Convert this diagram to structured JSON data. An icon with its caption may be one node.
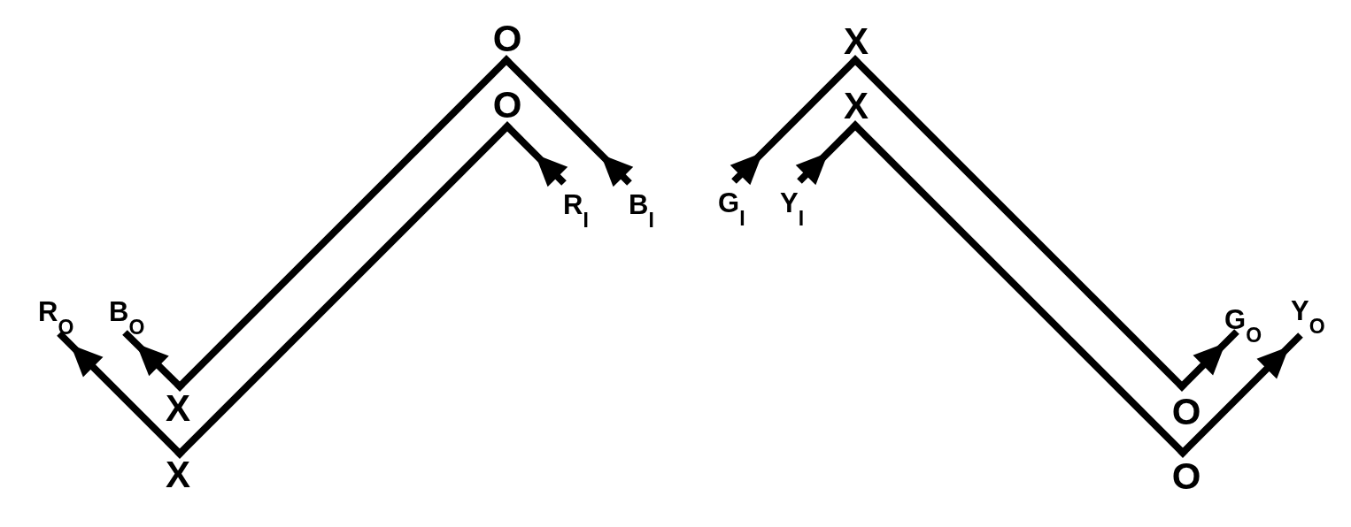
{
  "diagram": {
    "nodes": [
      {
        "text": [
          "O"
        ]
      },
      {
        "text": [
          "X"
        ]
      },
      {
        "text": [
          "O"
        ]
      },
      {
        "text": [
          "X"
        ]
      },
      {
        "text": [
          "R$_{I}$"
        ]
      },
      {
        "text": [
          "B$_{I}$"
        ]
      },
      {
        "text": [
          "G$_{I}$"
        ]
      },
      {
        "text": [
          "Y$_{I}$"
        ]
      },
      {
        "text": [
          "R$_{O}$"
        ]
      },
      {
        "text": [
          "B$_{O}$"
        ]
      },
      {
        "text": [
          "G$_{O}$"
        ]
      },
      {
        "text": [
          "Y$_{O}$"
        ]
      },
      {
        "text": [
          "X"
        ]
      },
      {
        "text": [
          "O"
        ]
      },
      {
        "text": [
          "X"
        ]
      },
      {
        "text": [
          "O"
        ]
      }
    ],
    "edges": [
      {
        "from": 4,
        "to": 2,
        "arrow": "to"
      },
      {
        "from": 2,
        "to": 14,
        "arrow": "none"
      },
      {
        "from": 14,
        "to": 8,
        "arrow": "to"
      },
      {
        "from": 5,
        "to": 0,
        "arrow": "to"
      },
      {
        "from": 0,
        "to": 12,
        "arrow": "none"
      },
      {
        "from": 12,
        "to": 9,
        "arrow": "to"
      },
      {
        "from": 6,
        "to": 1,
        "arrow": "to"
      },
      {
        "from": 1,
        "to": 13,
        "arrow": "none"
      },
      {
        "from": 13,
        "to": 10,
        "arrow": "to"
      },
      {
        "from": 7,
        "to": 3,
        "arrow": "to"
      },
      {
        "from": 3,
        "to": 15,
        "arrow": "none"
      },
      {
        "from": 15,
        "to": 11,
        "arrow": "to"
      }
    ]
  }
}
